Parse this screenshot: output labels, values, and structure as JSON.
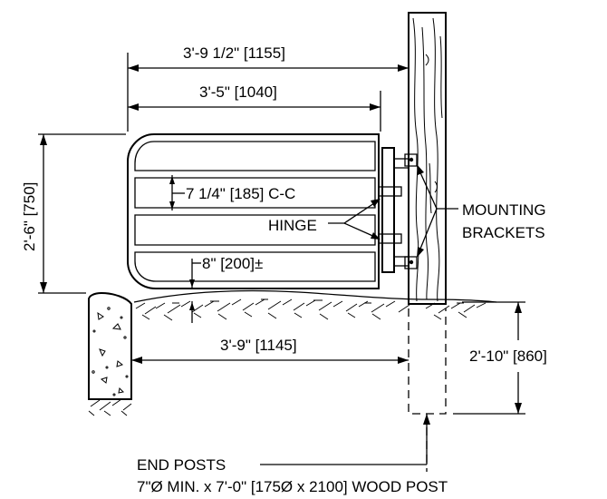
{
  "drawing": {
    "labels": {
      "overall_width": "3'-9 1/2\" [1155]",
      "gate_width": "3'-5\" [1040]",
      "gate_height": "2'-6\" [750]",
      "rail_spacing": "7 1/4\" [185] C-C",
      "hinge": "HINGE",
      "mounting_brackets_line1": "MOUNTING",
      "mounting_brackets_line2": "BRACKETS",
      "ground_clearance": "8\" [200]±",
      "post_spacing": "3'-9\" [1145]",
      "post_embedment": "2'-10\" [860]",
      "end_posts_line1": "END POSTS",
      "end_posts_line2": "7\"Ø MIN. x 7'-0\" [175Ø x 2100] WOOD POST"
    }
  }
}
